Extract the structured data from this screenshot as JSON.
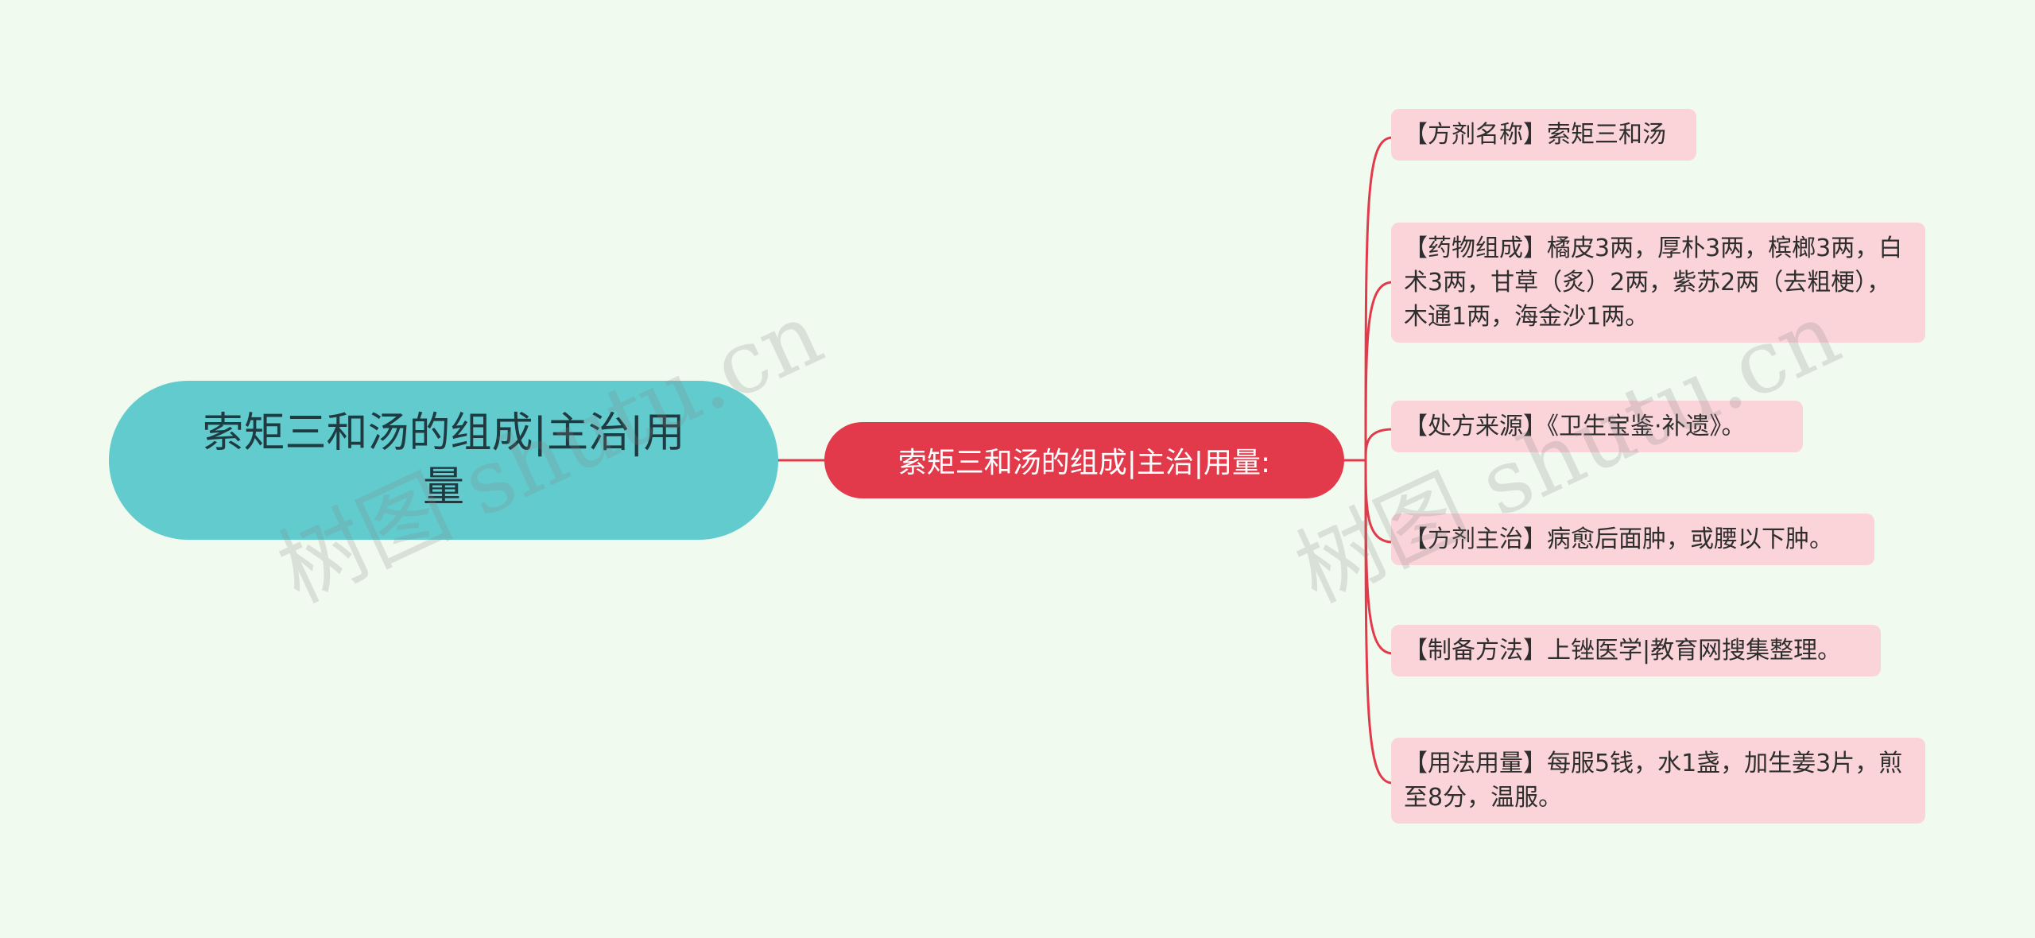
{
  "mindmap": {
    "root": {
      "label": "索矩三和汤的组成|主治|用量"
    },
    "sub": {
      "label": "索矩三和汤的组成|主治|用量:"
    },
    "leaves": [
      {
        "label": "【方剂名称】索矩三和汤"
      },
      {
        "label": "【药物组成】橘皮3两，厚朴3两，槟榔3两，白术3两，甘草（炙）2两，紫苏2两（去粗梗），木通1两，海金沙1两。"
      },
      {
        "label": "【处方来源】《卫生宝鉴·补遗》。"
      },
      {
        "label": "【方剂主治】病愈后面肿，或腰以下肿。"
      },
      {
        "label": "【制备方法】上锉医学|教育网搜集整理。"
      },
      {
        "label": "【用法用量】每服5钱，水1盏，加生姜3片，煎至8分，温服。"
      }
    ],
    "colors": {
      "background": "#f0faef",
      "root_fill": "#62cbcd",
      "sub_fill": "#e23a4b",
      "leaf_fill": "#fad4d9",
      "connector": "#e23a4b"
    }
  },
  "watermarks": [
    {
      "text": "树图 shutu.cn"
    },
    {
      "text": "树图 shutu.cn"
    }
  ]
}
